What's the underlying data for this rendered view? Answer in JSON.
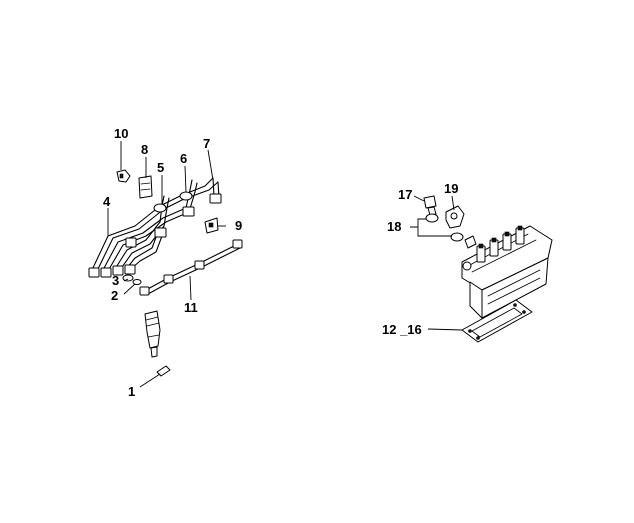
{
  "callouts": {
    "c1": "1",
    "c2": "2",
    "c3": "3",
    "c4": "4",
    "c5": "5",
    "c6": "6",
    "c7": "7",
    "c8": "8",
    "c9": "9",
    "c10": "10",
    "c11": "11",
    "c12_16": "12 _16",
    "c17": "17",
    "c18": "18",
    "c19": "19"
  }
}
